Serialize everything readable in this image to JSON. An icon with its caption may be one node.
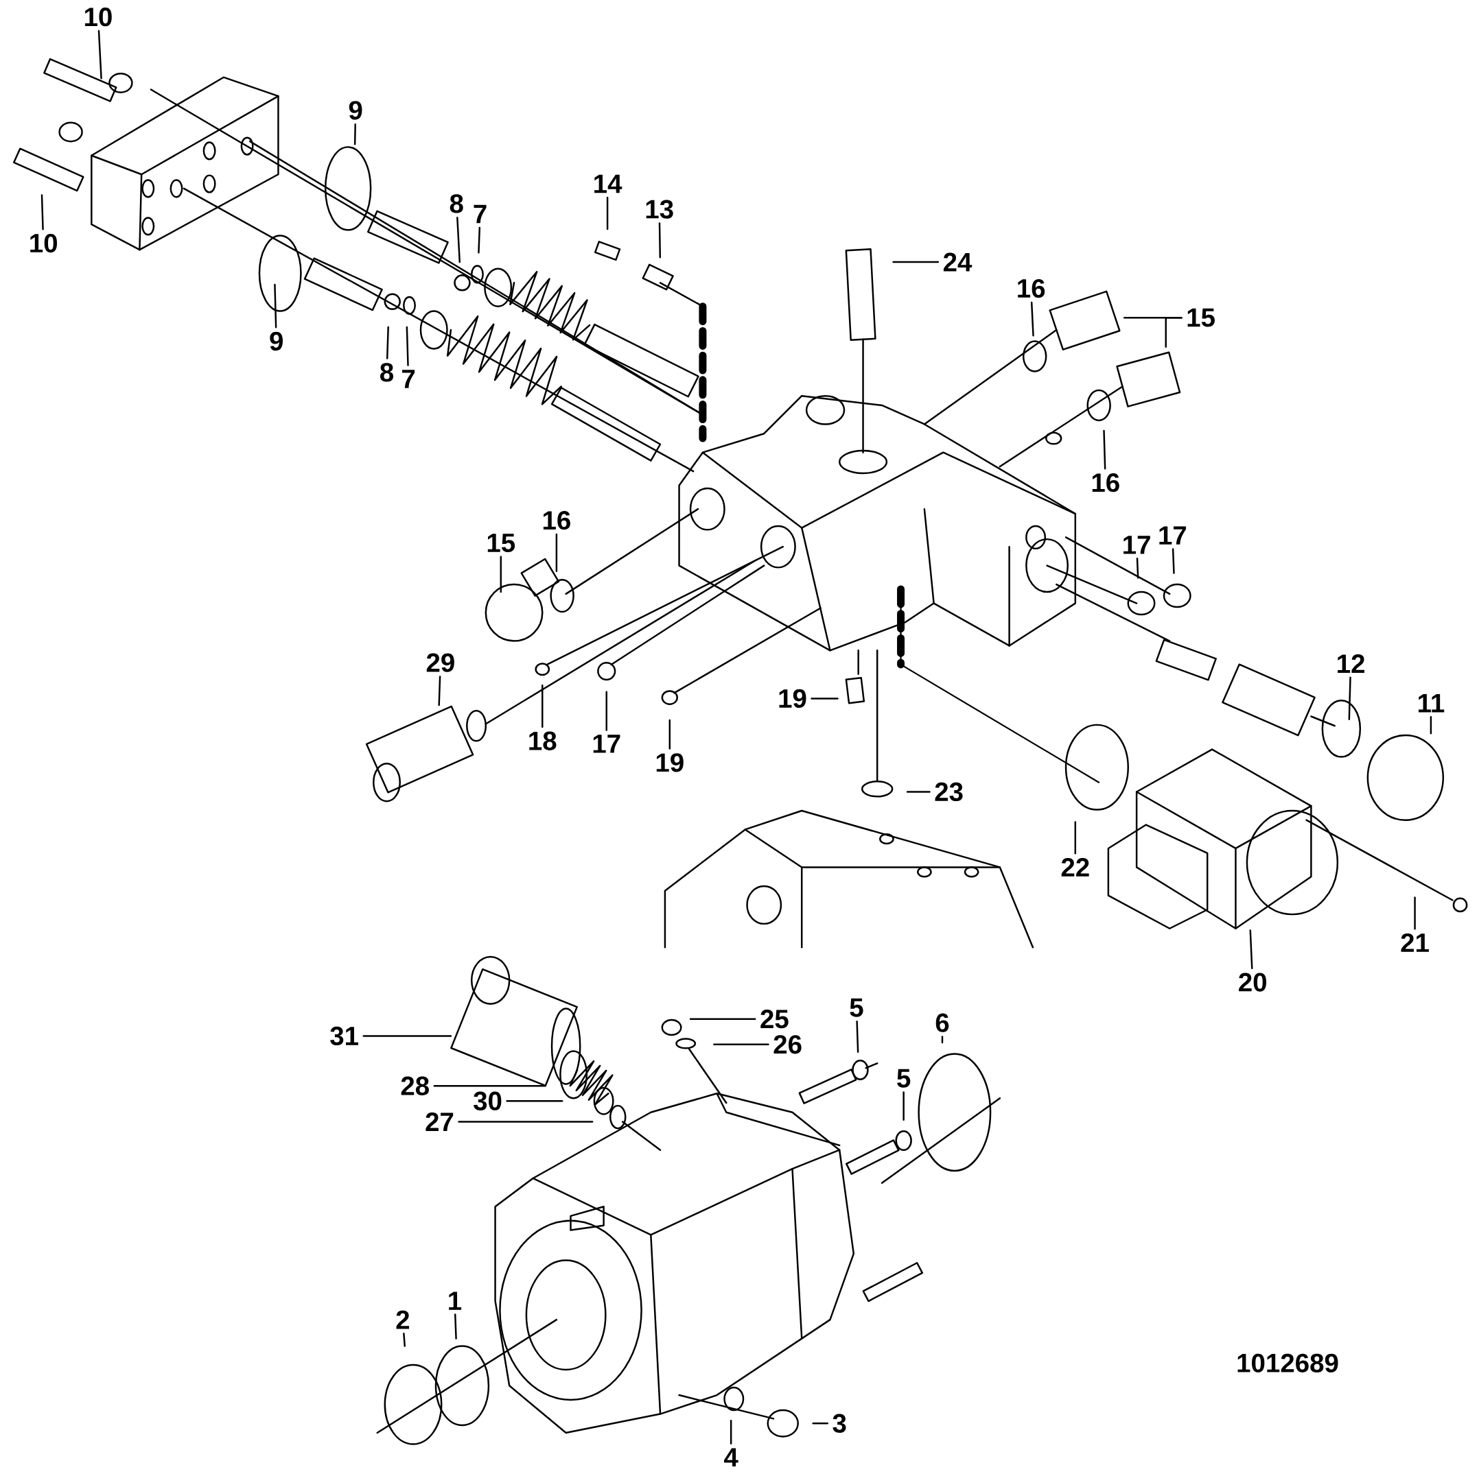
{
  "diagram": {
    "nodes": [
      {
        "text": [
          "10"
        ]
      },
      {
        "text": [
          "10"
        ]
      },
      {
        "text": [
          "9"
        ]
      },
      {
        "text": [
          "9"
        ]
      },
      {
        "text": [
          "8"
        ]
      },
      {
        "text": [
          "7"
        ]
      },
      {
        "text": [
          "14"
        ]
      },
      {
        "text": [
          "13"
        ]
      },
      {
        "text": [
          "24"
        ]
      },
      {
        "text": [
          "16"
        ]
      },
      {
        "text": [
          "15"
        ]
      },
      {
        "text": [
          "8"
        ]
      },
      {
        "text": [
          "7"
        ]
      },
      {
        "text": [
          "16"
        ]
      },
      {
        "text": [
          "15"
        ]
      },
      {
        "text": [
          "16"
        ]
      },
      {
        "text": [
          "17"
        ]
      },
      {
        "text": [
          "17"
        ]
      },
      {
        "text": [
          "29"
        ]
      },
      {
        "text": [
          "18"
        ]
      },
      {
        "text": [
          "17"
        ]
      },
      {
        "text": [
          "19"
        ]
      },
      {
        "text": [
          "19"
        ]
      },
      {
        "text": [
          "12"
        ]
      },
      {
        "text": [
          "11"
        ]
      },
      {
        "text": [
          "23"
        ]
      },
      {
        "text": [
          "22"
        ]
      },
      {
        "text": [
          "21"
        ]
      },
      {
        "text": [
          "20"
        ]
      },
      {
        "text": [
          "31"
        ]
      },
      {
        "text": [
          "25"
        ]
      },
      {
        "text": [
          "26"
        ]
      },
      {
        "text": [
          "5"
        ]
      },
      {
        "text": [
          "6"
        ]
      },
      {
        "text": [
          "5"
        ]
      },
      {
        "text": [
          "28"
        ]
      },
      {
        "text": [
          "30"
        ]
      },
      {
        "text": [
          "27"
        ]
      },
      {
        "text": [
          "2"
        ]
      },
      {
        "text": [
          "1"
        ]
      },
      {
        "text": [
          "3"
        ]
      },
      {
        "text": [
          "4"
        ]
      }
    ],
    "edges": [
      {
        "from": 0,
        "to": null,
        "arrow": "none"
      },
      {
        "from": 1,
        "to": null,
        "arrow": "none"
      },
      {
        "from": 2,
        "to": null,
        "arrow": "none"
      },
      {
        "from": 3,
        "to": null,
        "arrow": "none"
      },
      {
        "from": 4,
        "to": null,
        "arrow": "none"
      },
      {
        "from": 5,
        "to": null,
        "arrow": "none"
      },
      {
        "from": 6,
        "to": null,
        "arrow": "none"
      },
      {
        "from": 7,
        "to": null,
        "arrow": "none"
      },
      {
        "from": 8,
        "to": null,
        "arrow": "none"
      },
      {
        "from": 9,
        "to": null,
        "arrow": "none"
      },
      {
        "from": 10,
        "to": null,
        "arrow": "none"
      },
      {
        "from": 10,
        "to": null,
        "arrow": "none"
      },
      {
        "from": 11,
        "to": null,
        "arrow": "none"
      },
      {
        "from": 12,
        "to": null,
        "arrow": "none"
      },
      {
        "from": 13,
        "to": null,
        "arrow": "none"
      },
      {
        "from": 14,
        "to": null,
        "arrow": "none"
      },
      {
        "from": 15,
        "to": null,
        "arrow": "none"
      },
      {
        "from": 16,
        "to": null,
        "arrow": "none"
      },
      {
        "from": 17,
        "to": null,
        "arrow": "none"
      },
      {
        "from": 18,
        "to": null,
        "arrow": "none"
      },
      {
        "from": 19,
        "to": null,
        "arrow": "none"
      },
      {
        "from": 20,
        "to": null,
        "arrow": "none"
      },
      {
        "from": 21,
        "to": null,
        "arrow": "none"
      },
      {
        "from": 22,
        "to": null,
        "arrow": "none"
      },
      {
        "from": 23,
        "to": null,
        "arrow": "none"
      },
      {
        "from": 24,
        "to": null,
        "arrow": "none"
      },
      {
        "from": 25,
        "to": null,
        "arrow": "none"
      },
      {
        "from": 26,
        "to": null,
        "arrow": "none"
      },
      {
        "from": 27,
        "to": null,
        "arrow": "none"
      },
      {
        "from": 28,
        "to": null,
        "arrow": "none"
      },
      {
        "from": 29,
        "to": null,
        "arrow": "none"
      },
      {
        "from": 30,
        "to": null,
        "arrow": "none"
      },
      {
        "from": 31,
        "to": null,
        "arrow": "none"
      },
      {
        "from": 32,
        "to": null,
        "arrow": "none"
      },
      {
        "from": 33,
        "to": null,
        "arrow": "none"
      },
      {
        "from": 34,
        "to": null,
        "arrow": "none"
      },
      {
        "from": 35,
        "to": null,
        "arrow": "none"
      },
      {
        "from": 36,
        "to": null,
        "arrow": "none"
      },
      {
        "from": 37,
        "to": null,
        "arrow": "none"
      },
      {
        "from": 38,
        "to": null,
        "arrow": "none"
      },
      {
        "from": 39,
        "to": null,
        "arrow": "none"
      },
      {
        "from": 40,
        "to": null,
        "arrow": "none"
      },
      {
        "from": 41,
        "to": null,
        "arrow": "none"
      }
    ],
    "labels": [
      "1012689"
    ]
  }
}
